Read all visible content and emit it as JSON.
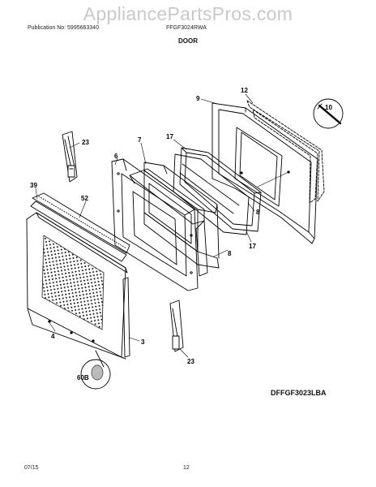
{
  "watermark": "AppliancePartsPros.com",
  "header": {
    "publication": "Publication No: 5995663340",
    "model": "FFGF3024RWA",
    "section": "DOOR"
  },
  "diagram_code": "DFFGF3023LBA",
  "footer": {
    "date": "07/15",
    "page": "12"
  },
  "callouts": {
    "c12": "12",
    "c9": "9",
    "c10": "10",
    "c23a": "23",
    "c7": "7",
    "c17a": "17",
    "c6": "6",
    "c39": "39",
    "c52": "52",
    "c8a": "8",
    "c8b": "8",
    "c17b": "17",
    "c4": "4",
    "c3": "3",
    "c23b": "23",
    "c60b": "60B"
  }
}
